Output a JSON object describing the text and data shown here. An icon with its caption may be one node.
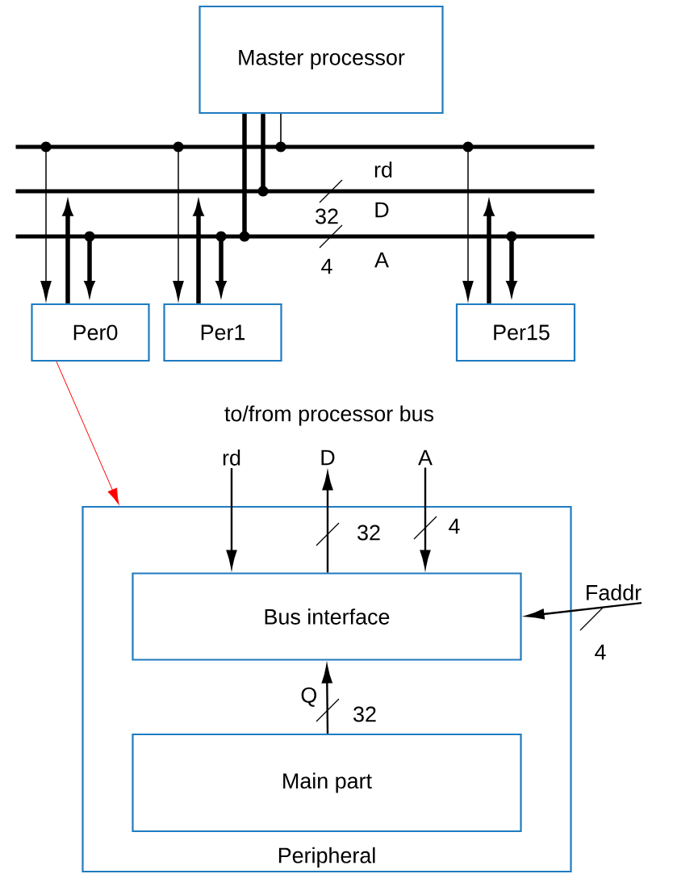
{
  "diagram": {
    "nodes": [
      {
        "text": [
          "Master processor"
        ]
      },
      {
        "text": [],
        "shape": "bar",
        "beside": [
          "rd"
        ]
      },
      {
        "text": [],
        "shape": "bar",
        "beside": [
          "D"
        ]
      },
      {
        "text": [],
        "shape": "bar",
        "beside": [
          "A"
        ]
      },
      {
        "text": [
          "Per0"
        ]
      },
      {
        "text": [
          "Per1"
        ]
      },
      {
        "text": [
          "Per15"
        ]
      },
      {
        "text": [
          "Peripheral"
        ]
      },
      {
        "text": [
          "Bus interface"
        ],
        "in": 7
      },
      {
        "text": [
          "Main part"
        ],
        "in": 7
      },
      {
        "text": [
          "rd"
        ]
      },
      {
        "text": [
          "D"
        ]
      },
      {
        "text": [
          "A"
        ]
      },
      {
        "text": [
          "Faddr"
        ]
      }
    ],
    "edges": [
      {
        "from": 0,
        "to": 1,
        "arrow": "none"
      },
      {
        "from": 0,
        "to": 2,
        "arrow": "none",
        "style": "thick"
      },
      {
        "from": 0,
        "to": 3,
        "arrow": "none",
        "style": "thick"
      },
      {
        "from": 1,
        "to": 4,
        "arrow": "to"
      },
      {
        "from": 4,
        "to": 2,
        "arrow": "to",
        "style": "thick"
      },
      {
        "from": 3,
        "to": 4,
        "arrow": "to",
        "style": "thick"
      },
      {
        "from": 1,
        "to": 5,
        "arrow": "to"
      },
      {
        "from": 5,
        "to": 2,
        "arrow": "to",
        "style": "thick"
      },
      {
        "from": 3,
        "to": 5,
        "arrow": "to",
        "style": "thick"
      },
      {
        "from": 1,
        "to": 6,
        "arrow": "to"
      },
      {
        "from": 6,
        "to": 2,
        "arrow": "to",
        "style": "thick"
      },
      {
        "from": 3,
        "to": 6,
        "arrow": "to",
        "style": "thick"
      },
      {
        "from": 4,
        "to": 7,
        "arrow": "to",
        "color": "#ff0000"
      },
      {
        "from": 10,
        "to": 8,
        "arrow": "to"
      },
      {
        "from": 8,
        "to": 11,
        "arrow": "to"
      },
      {
        "from": 12,
        "to": 8,
        "arrow": "to"
      },
      {
        "from": 13,
        "to": 8,
        "arrow": "to"
      },
      {
        "from": 9,
        "to": 8,
        "arrow": "to",
        "label": "Q"
      }
    ],
    "labels": [
      "32",
      "4",
      "to/from processor bus",
      "32",
      "4",
      "4",
      "32"
    ]
  }
}
